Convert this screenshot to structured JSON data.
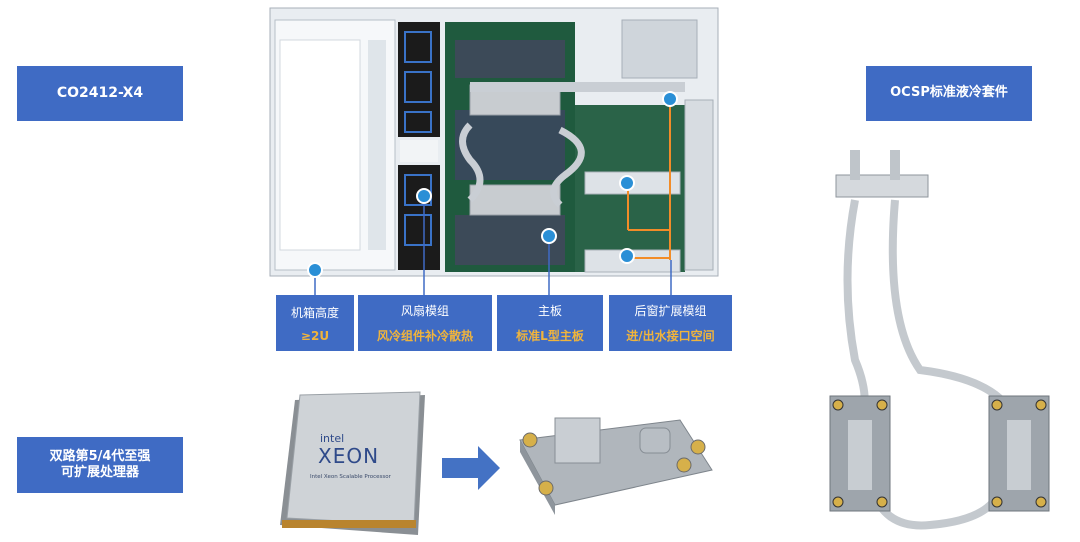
{
  "model_label": "CO2412-X4",
  "ocsp_label": "OCSP标准液冷套件",
  "cpu_label": {
    "line1": "双路第5/4代至强",
    "line2": "可扩展处理器"
  },
  "callouts": [
    {
      "title": "机箱高度",
      "sub": "≥2U"
    },
    {
      "title": "风扇模组",
      "sub": "风冷组件补冷散热"
    },
    {
      "title": "主板",
      "sub": "标准L型主板"
    },
    {
      "title": "后窗扩展模组",
      "sub": "进/出水接口空间"
    }
  ],
  "cpu_package": {
    "brand": "intel",
    "product": "XEON",
    "tagline": "Intel Xeon Scalable Processor"
  },
  "colors": {
    "label_blue": "#3f6bc4",
    "highlight": "#f0b43c",
    "arrow": "#4472c4",
    "marker": "#2a8fd6"
  }
}
